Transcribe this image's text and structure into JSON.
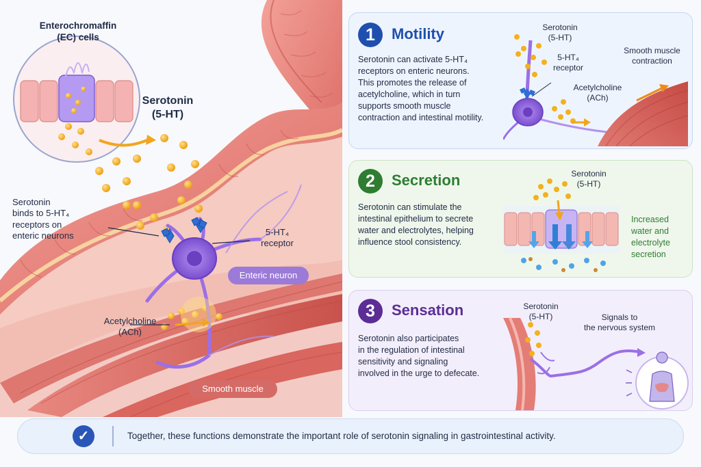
{
  "colors": {
    "blue": "#1f4fae",
    "green": "#2e7d32",
    "purple": "#5b2d95",
    "tissue": "#e9837b",
    "serotonin": "#f2b21c"
  },
  "left": {
    "ec_cells_label": "Enterochromaffin\n(EC) cells",
    "serotonin_label": "Serotonin\n(5-HT)",
    "binds_label": "Serotonin\nbinds to 5-HT₄\nreceptors on\nenteric neurons",
    "receptor_label": "5-HT₄\nreceptor",
    "enteric_neuron_label": "Enteric neuron",
    "ach_label": "Acetylcholine\n(ACh)",
    "smooth_muscle_label": "Smooth muscle"
  },
  "panels": [
    {
      "number": "1",
      "title": "Motility",
      "body": "Serotonin can activate 5-HT₄\nreceptors on enteric neurons.\nThis promotes the release of\nacetylcholine, which in turn\nsupports smooth muscle\ncontraction and intestinal motility.",
      "serotonin_label": "Serotonin\n(5-HT)",
      "receptor_label": "5-HT₄\nreceptor",
      "ach_label": "Acetylcholine\n(ACh)",
      "contraction_label": "Smooth muscle\ncontraction"
    },
    {
      "number": "2",
      "title": "Secretion",
      "body": "Serotonin can stimulate the\nintestinal epithelium to secrete\nwater and electrolytes, helping\ninfluence stool consistency.",
      "serotonin_label": "Serotonin\n(5-HT)",
      "result_label": "Increased\nwater and\nelectrolyte\nsecretion"
    },
    {
      "number": "3",
      "title": "Sensation",
      "body": "Serotonin also participates\nin the regulation of intestinal\nsensitivity and signaling\ninvolved in the urge to defecate.",
      "serotonin_label": "Serotonin\n(5-HT)",
      "signals_label": "Signals to\nthe nervous system"
    }
  ],
  "footer": {
    "text": "Together, these functions demonstrate the important role of serotonin signaling in gastrointestinal activity."
  }
}
